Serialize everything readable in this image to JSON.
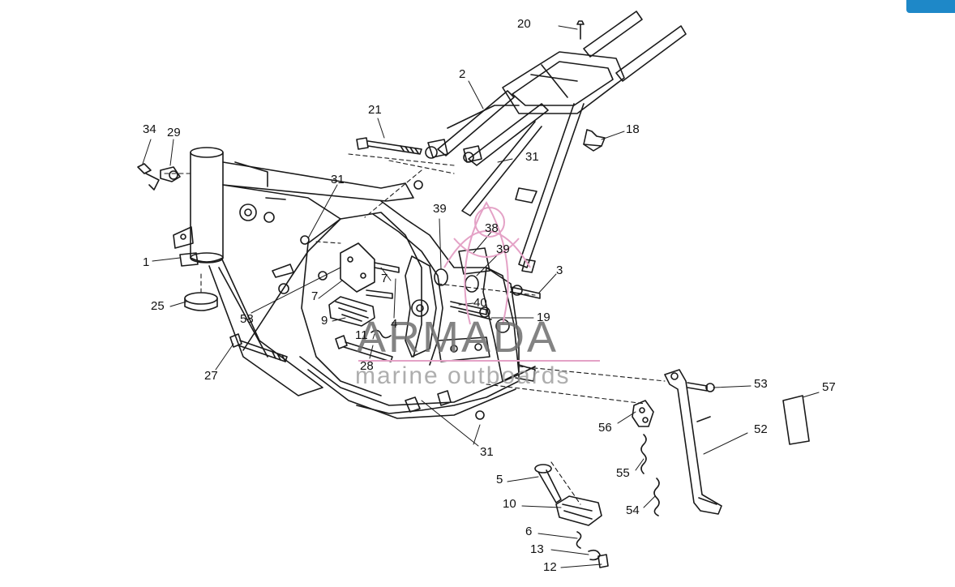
{
  "colors": {
    "accent": "#1e88c8",
    "watermark_pink": "#e4a2c6",
    "line": "#1a1a1a"
  },
  "watermark": {
    "main": "ARMADA",
    "sub": "marine outboards"
  },
  "callouts": {
    "c20": "20",
    "c2": "2",
    "c21": "21",
    "c18": "18",
    "c34": "34",
    "c29": "29",
    "c31a": "31",
    "c31b": "31",
    "c31c": "31",
    "c39a": "39",
    "c38": "38",
    "c39b": "39",
    "c3": "3",
    "c1": "1",
    "c7a": "7",
    "c7b": "7",
    "c58": "58",
    "c25": "25",
    "c40": "40",
    "c19": "19",
    "c9": "9",
    "c4": "4",
    "c11": "11",
    "c27": "27",
    "c28": "28",
    "c53": "53",
    "c57": "57",
    "c56": "56",
    "c52": "52",
    "c55": "55",
    "c5": "5",
    "c10": "10",
    "c54": "54",
    "c6": "6",
    "c13": "13",
    "c12": "12"
  }
}
